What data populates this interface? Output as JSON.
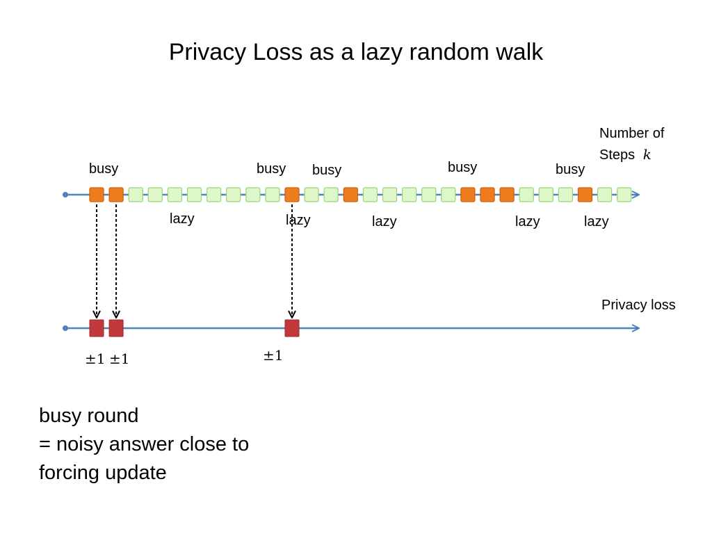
{
  "slide": {
    "title": "Privacy Loss as a lazy random walk"
  },
  "steps_axis": {
    "label_line1": "Number of",
    "label_line2_prefix": "Steps",
    "label_variable": "k"
  },
  "loss_axis": {
    "label": "Privacy loss"
  },
  "rounds": [
    "busy",
    "busy",
    "lazy",
    "lazy",
    "lazy",
    "lazy",
    "lazy",
    "lazy",
    "lazy",
    "lazy",
    "busy",
    "lazy",
    "lazy",
    "busy",
    "lazy",
    "lazy",
    "lazy",
    "lazy",
    "lazy",
    "busy",
    "busy",
    "busy",
    "lazy",
    "lazy",
    "lazy",
    "busy",
    "lazy",
    "lazy"
  ],
  "busy_labels": [
    "busy",
    "busy",
    "busy",
    "busy",
    "busy"
  ],
  "lazy_labels": [
    "lazy",
    "lazy",
    "lazy",
    "lazy",
    "lazy"
  ],
  "loss_steps": [
    "±1",
    "±1",
    "±1"
  ],
  "note": {
    "line1": "busy round",
    "line2": "= noisy answer close to",
    "line3": "forcing update"
  },
  "colors": {
    "axis": "#4f81bd",
    "busy": "#f07d1d",
    "lazy": "#ddf7c8",
    "lazy_border": "#9bd27a",
    "loss_step": "#c0393b",
    "arrow": "#000000"
  }
}
